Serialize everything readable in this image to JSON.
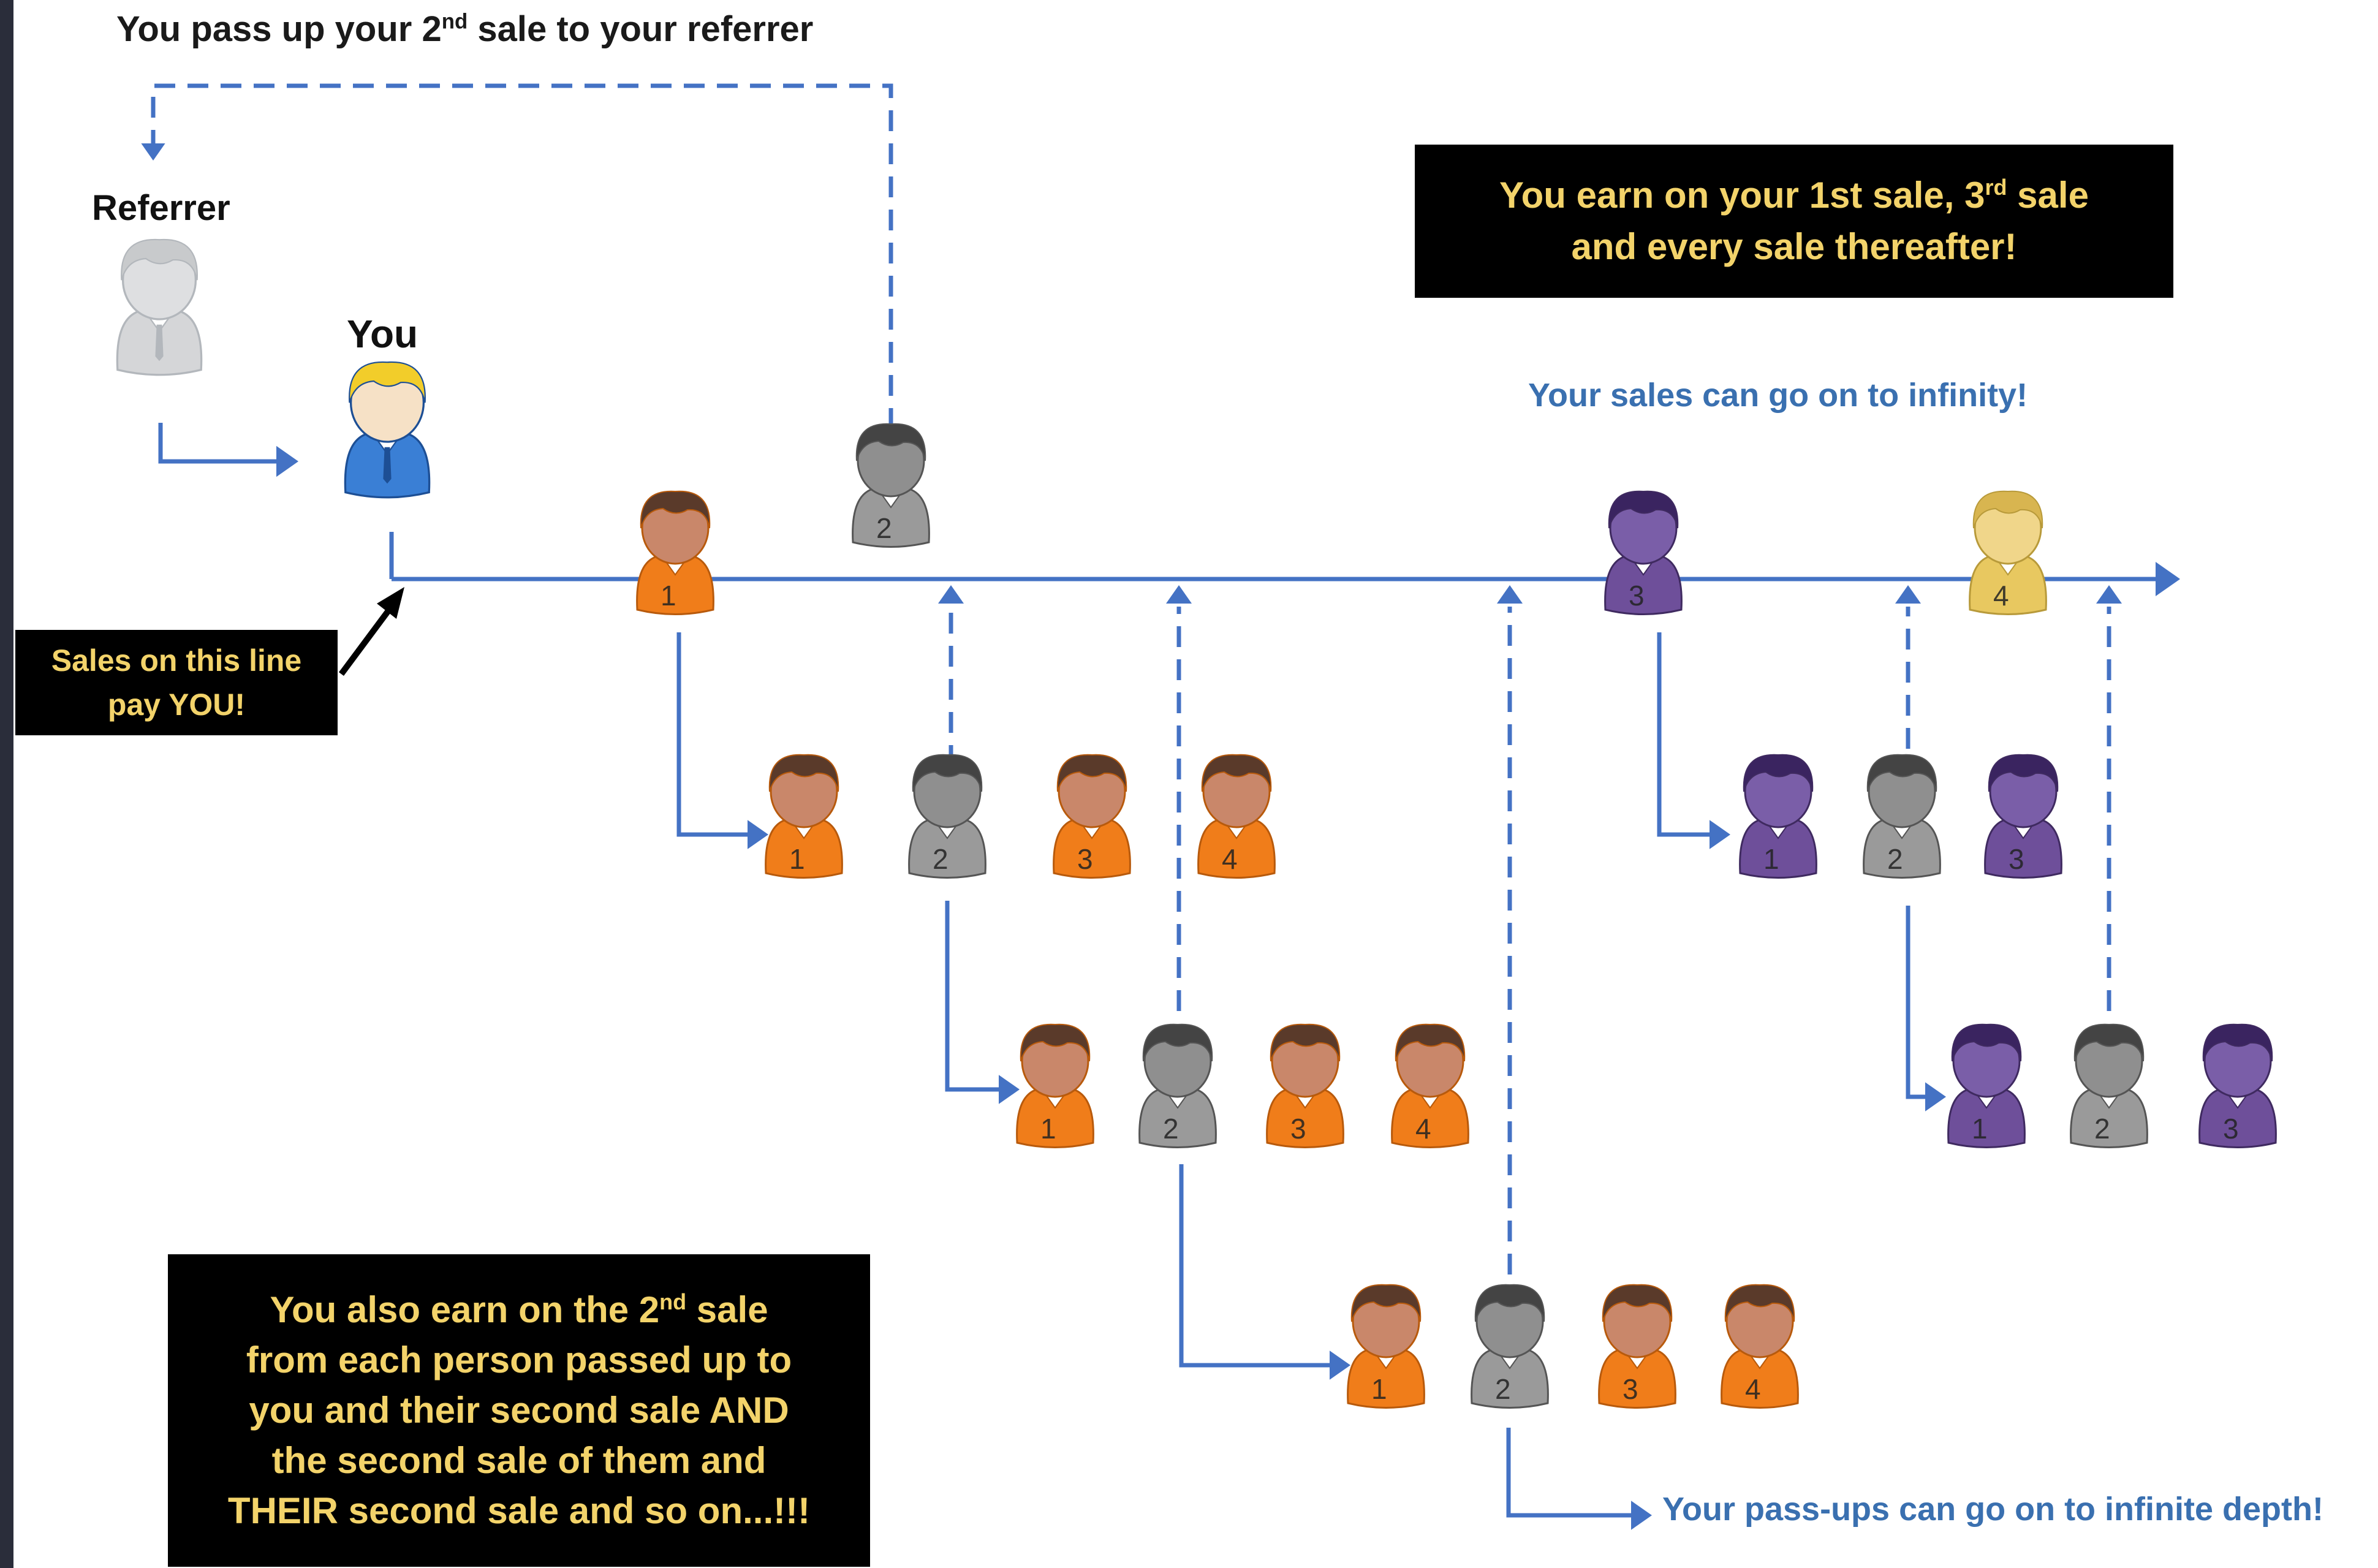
{
  "top_title": {
    "pre": "You pass up your 2",
    "sup": "nd",
    "post": " sale to your referrer"
  },
  "labels": {
    "referrer": "Referrer",
    "you": "You"
  },
  "earn_box": {
    "line1_pre": "You earn on your 1st sale, 3",
    "line1_sup": "rd",
    "line1_post": " sale",
    "line2": "and every sale thereafter!"
  },
  "infinity_text": "Your sales can go on to infinity!",
  "sales_line_box": {
    "line1": "Sales on this line",
    "line2": "pay YOU!"
  },
  "second_sale_box": {
    "line1_pre": "You also earn on the 2",
    "line1_sup": "nd",
    "line1_post": " sale",
    "line2": "from each person passed up to",
    "line3": "you and their second sale AND",
    "line4": "the second sale of them and",
    "line5": "THEIR second sale and so on...!!!"
  },
  "depth_text": "Your pass-ups can go on to infinite depth!",
  "colors": {
    "line_blue": "#4472c4",
    "orange": "#f07d1a",
    "gray": "#8c8c8c",
    "purple": "#6e4f9a",
    "gold": "#e8c860",
    "blue_person": "#3a7fd5",
    "box_text": "#f3d36a"
  },
  "people": [
    {
      "id": "referrer",
      "color": "ghost",
      "number": ""
    },
    {
      "id": "you",
      "color": "blue",
      "number": ""
    },
    {
      "id": "main-1",
      "color": "orange",
      "number": "1"
    },
    {
      "id": "main-2",
      "color": "gray",
      "number": "2"
    },
    {
      "id": "main-3",
      "color": "purple",
      "number": "3"
    },
    {
      "id": "main-4",
      "color": "gold",
      "number": "4"
    },
    {
      "id": "r1-1",
      "color": "orange",
      "number": "1"
    },
    {
      "id": "r1-2",
      "color": "gray",
      "number": "2"
    },
    {
      "id": "r1-3",
      "color": "orange",
      "number": "3"
    },
    {
      "id": "r1-4",
      "color": "orange",
      "number": "4"
    },
    {
      "id": "r2-1",
      "color": "orange",
      "number": "1"
    },
    {
      "id": "r2-2",
      "color": "gray",
      "number": "2"
    },
    {
      "id": "r2-3",
      "color": "orange",
      "number": "3"
    },
    {
      "id": "r2-4",
      "color": "orange",
      "number": "4"
    },
    {
      "id": "r3-1",
      "color": "orange",
      "number": "1"
    },
    {
      "id": "r3-2",
      "color": "gray",
      "number": "2"
    },
    {
      "id": "r3-3",
      "color": "orange",
      "number": "3"
    },
    {
      "id": "r3-4",
      "color": "orange",
      "number": "4"
    },
    {
      "id": "p1-1",
      "color": "purple",
      "number": "1"
    },
    {
      "id": "p1-2",
      "color": "gray",
      "number": "2"
    },
    {
      "id": "p1-3",
      "color": "purple",
      "number": "3"
    },
    {
      "id": "p2-1",
      "color": "purple",
      "number": "1"
    },
    {
      "id": "p2-2",
      "color": "gray",
      "number": "2"
    },
    {
      "id": "p2-3",
      "color": "purple",
      "number": "3"
    }
  ]
}
